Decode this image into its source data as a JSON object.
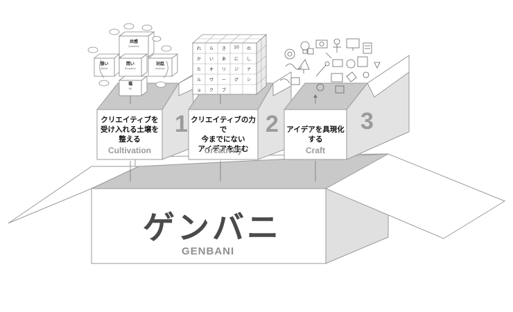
{
  "main_box": {
    "title_jp": "ゲンバニ",
    "title_en": "GENBANI",
    "colors": {
      "fill": "#ffffff",
      "shade": "#d9d9d9",
      "dark": "#bdbdbd",
      "stroke": "#888888"
    }
  },
  "boxes": [
    {
      "number": "1",
      "text_jp": [
        "クリエイティブを",
        "受け入れる土壌を",
        "整える"
      ],
      "text_en": "Cultivation"
    },
    {
      "number": "2",
      "text_jp": [
        "クリエイティブの力で",
        "今までにない",
        "アイデアを生む"
      ],
      "text_en": "Creativity"
    },
    {
      "number": "3",
      "text_jp": [
        "アイデアを具現化する"
      ],
      "text_en": "Craft"
    }
  ],
  "cultivation_cubes": [
    {
      "jp": "共感",
      "en": "Question"
    },
    {
      "jp": "想い",
      "en": "Belief"
    },
    {
      "jp": "問い",
      "en": "Empathy"
    },
    {
      "jp": "対話",
      "en": "Interact"
    },
    {
      "jp": "場",
      "en": "BA"
    }
  ],
  "creativity_grid": [
    [
      "れ",
      "ら",
      "き",
      "10",
      "の"
    ],
    [
      "か",
      "い",
      "あ",
      "に",
      "し"
    ],
    [
      "た",
      "オ",
      "リ",
      "ジ",
      "ナ"
    ],
    [
      "ル",
      "ヴ",
      "ー",
      "グ",
      "シ"
    ],
    [
      "ョ",
      "ク",
      "ブ",
      "",
      ""
    ]
  ],
  "craft_icons": [
    "gear-icon",
    "lightbulb-icon",
    "camera-icon",
    "person-icon",
    "display-icon",
    "document-icon",
    "rocket-icon",
    "wrench-icon"
  ]
}
